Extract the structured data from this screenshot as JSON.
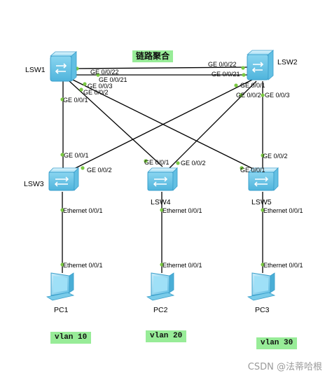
{
  "link_aggregation_label": "链路聚合",
  "devices": {
    "lsw1": "LSW1",
    "lsw2": "LSW2",
    "lsw3": "LSW3",
    "lsw4": "LSW4",
    "lsw5": "LSW5",
    "pc1": "PC1",
    "pc2": "PC2",
    "pc3": "PC3"
  },
  "ports": {
    "lsw1_ge022": "GE 0/0/22",
    "lsw1_ge021": "GE 0/0/21",
    "lsw1_ge03": "GE 0/0/3",
    "lsw1_ge02": "GE 0/0/2",
    "lsw1_ge01": "GE 0/0/1",
    "lsw2_ge022": "GE 0/0/22",
    "lsw2_ge021": "GE 0/0/21",
    "lsw2_ge01": "GE 0/0/1",
    "lsw2_ge02": "GE 0/0/2",
    "lsw2_ge03": "GE 0/0/3",
    "lsw3_ge01": "GE 0/0/1",
    "lsw3_ge02": "GE 0/0/2",
    "lsw4_ge01": "GE 0/0/1",
    "lsw4_ge02": "GE 0/0/2",
    "lsw5_ge02": "GE 0/0/2",
    "lsw5_ge01": "GE 0/0/1",
    "lsw3_eth01": "Ethernet 0/0/1",
    "lsw4_eth01": "Ethernet 0/0/1",
    "lsw5_eth01": "Ethernet 0/0/1",
    "pc1_eth01": "Ethernet 0/0/1",
    "pc2_eth01": "Ethernet 0/0/1",
    "pc3_eth01": "Ethernet 0/0/1"
  },
  "vlans": {
    "pc1": "vlan 10",
    "pc2": "vlan 20",
    "pc3": "vlan 30"
  },
  "watermark": "CSDN @法蒂哈根",
  "colors": {
    "link": "#000000",
    "port_dot": "#7ac943",
    "tag_bg": "#98ec98",
    "switch_body": "#7fd0ee"
  }
}
